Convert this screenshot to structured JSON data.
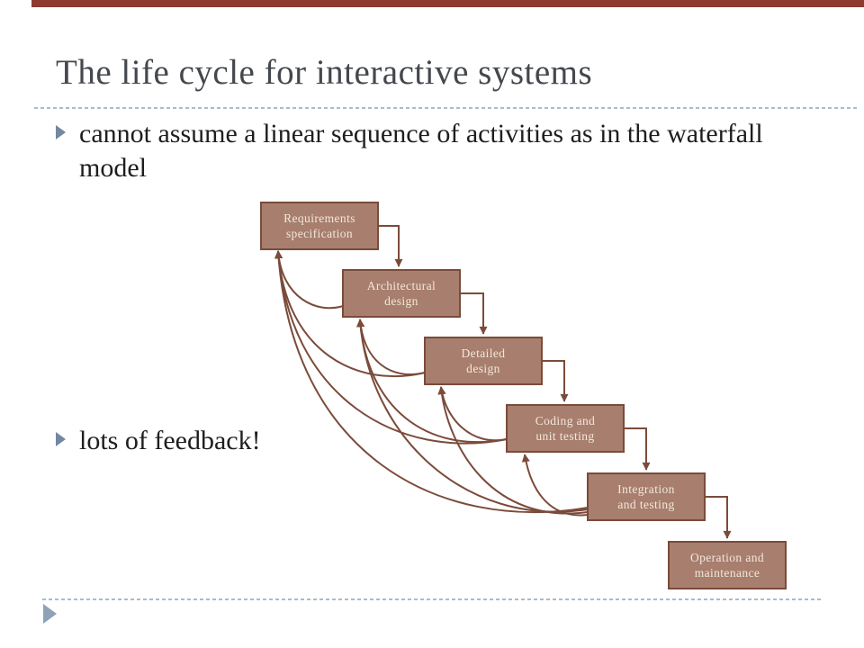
{
  "slide": {
    "title": "The life cycle for interactive systems",
    "bullets": [
      {
        "text": "cannot assume a linear sequence of activities as in the waterfall model"
      },
      {
        "text": "lots of feedback!"
      }
    ]
  },
  "diagram": {
    "type": "waterfall-model-with-feedback",
    "boxes": [
      {
        "id": "requirements",
        "line1": "Requirements",
        "line2": "specification"
      },
      {
        "id": "architectural",
        "line1": "Architectural",
        "line2": "design"
      },
      {
        "id": "detailed",
        "line1": "Detailed",
        "line2": "design"
      },
      {
        "id": "coding",
        "line1": "Coding and",
        "line2": "unit testing"
      },
      {
        "id": "integration",
        "line1": "Integration",
        "line2": "and testing"
      },
      {
        "id": "operation",
        "line1": "Operation and",
        "line2": "maintenance"
      }
    ],
    "forward_flow": [
      [
        "Requirements specification",
        "Architectural design"
      ],
      [
        "Architectural design",
        "Detailed design"
      ],
      [
        "Detailed design",
        "Coding and unit testing"
      ],
      [
        "Coding and unit testing",
        "Integration and testing"
      ],
      [
        "Integration and testing",
        "Operation and maintenance"
      ]
    ],
    "feedback_flow": [
      [
        "Architectural design",
        "Requirements specification"
      ],
      [
        "Detailed design",
        "Requirements specification"
      ],
      [
        "Detailed design",
        "Architectural design"
      ],
      [
        "Coding and unit testing",
        "Requirements specification"
      ],
      [
        "Coding and unit testing",
        "Architectural design"
      ],
      [
        "Coding and unit testing",
        "Detailed design"
      ],
      [
        "Integration and testing",
        "Requirements specification"
      ],
      [
        "Integration and testing",
        "Architectural design"
      ],
      [
        "Integration and testing",
        "Detailed design"
      ],
      [
        "Integration and testing",
        "Coding and unit testing"
      ]
    ]
  },
  "icons": {
    "bullet": "triangle-right",
    "corner": "triangle-right"
  },
  "colors": {
    "top_accent_bar": "#8E3A2E",
    "title_text": "#44484E",
    "body_text": "#1E1E1E",
    "box_fill": "#A87E6E",
    "box_border_and_arrows": "#7B4B3A",
    "box_text": "#F1E8DB",
    "bullet_marker": "#7487A2",
    "corner_marker": "#8EA3B8",
    "dashed_separator": "#A9BCCB",
    "background": "#FFFFFF"
  }
}
